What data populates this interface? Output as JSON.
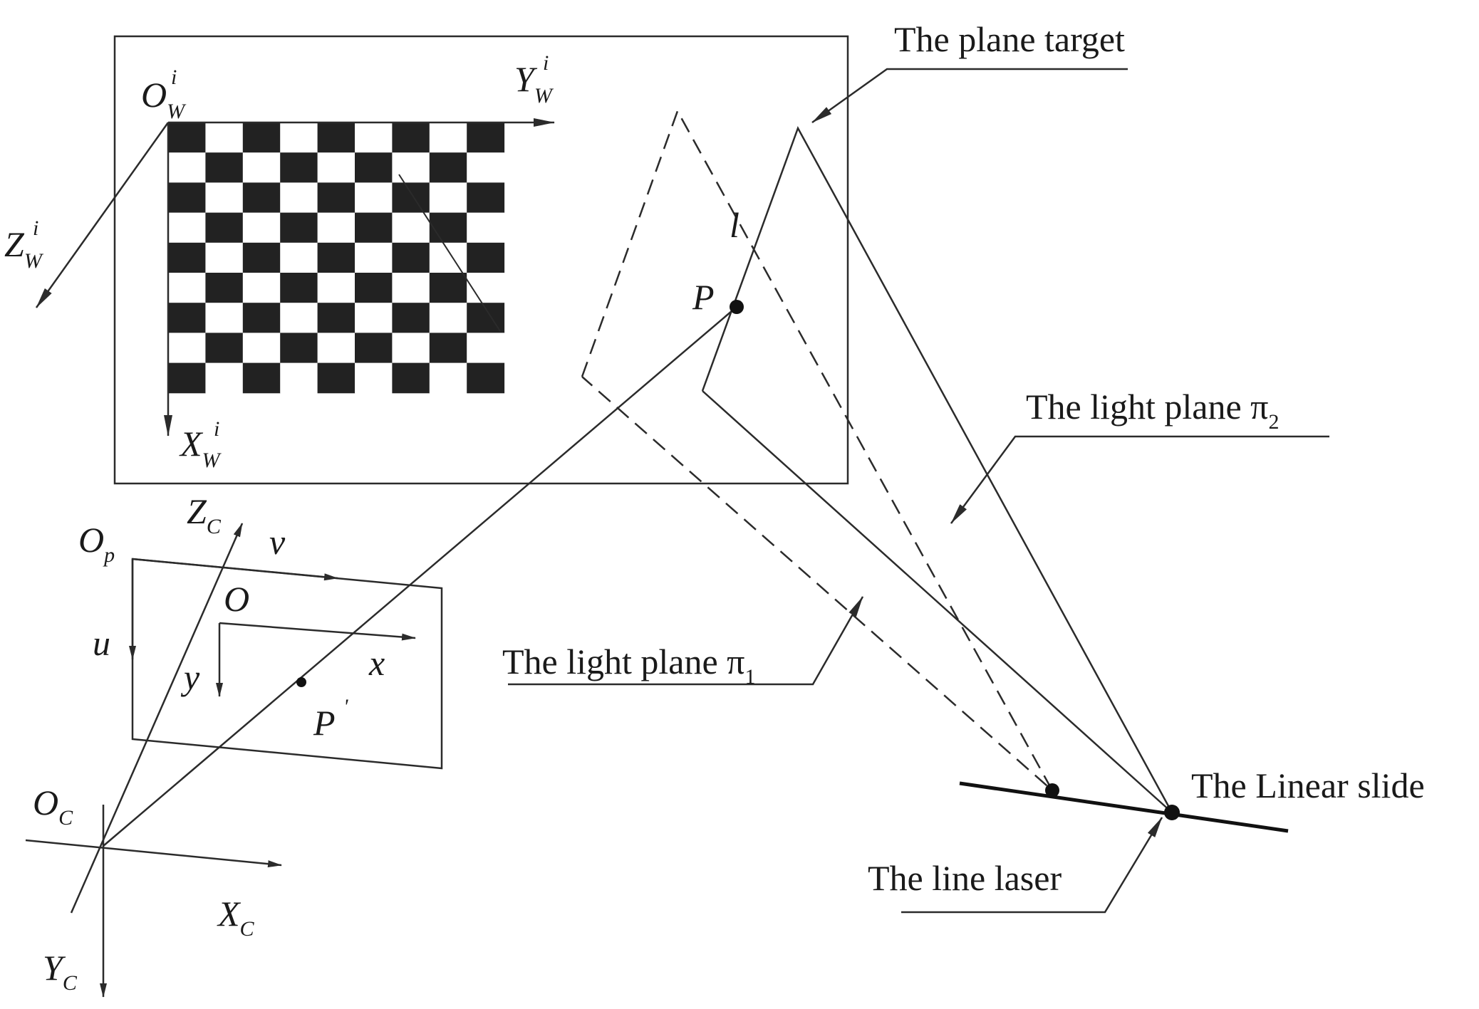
{
  "world_axes": {
    "origin": {
      "base": "O",
      "sub": "W",
      "sup": "i"
    },
    "y": {
      "base": "Y",
      "sub": "W",
      "sup": "i"
    },
    "z": {
      "base": "Z",
      "sub": "W",
      "sup": "i"
    },
    "x": {
      "base": "X",
      "sub": "W",
      "sup": "i"
    }
  },
  "camera_axes": {
    "zc": {
      "base": "Z",
      "sub": "C"
    },
    "oc": {
      "base": "O",
      "sub": "C"
    },
    "xc": {
      "base": "X",
      "sub": "C"
    },
    "yc": {
      "base": "Y",
      "sub": "C"
    }
  },
  "image_plane": {
    "op": {
      "base": "O",
      "sub": "p"
    },
    "v": "v",
    "u": "u",
    "o": "O",
    "x": "x",
    "y": "y",
    "p_prime": {
      "base": "P",
      "sup": "'"
    }
  },
  "points": {
    "p": "P",
    "l": "l"
  },
  "callouts": {
    "plane_target": "The plane target",
    "light_plane_2": {
      "text": "The light plane π",
      "sub": "2"
    },
    "light_plane_1": {
      "text": "The light plane π",
      "sub": "1"
    },
    "linear_slide": "The Linear slide",
    "line_laser": "The line laser"
  },
  "checkerboard": {
    "rows": 9,
    "cols": 9,
    "dark_color": "#222222",
    "light_color": "#ffffff"
  },
  "colors": {
    "line": "#2b2b2b",
    "text": "#1a1a1a"
  }
}
